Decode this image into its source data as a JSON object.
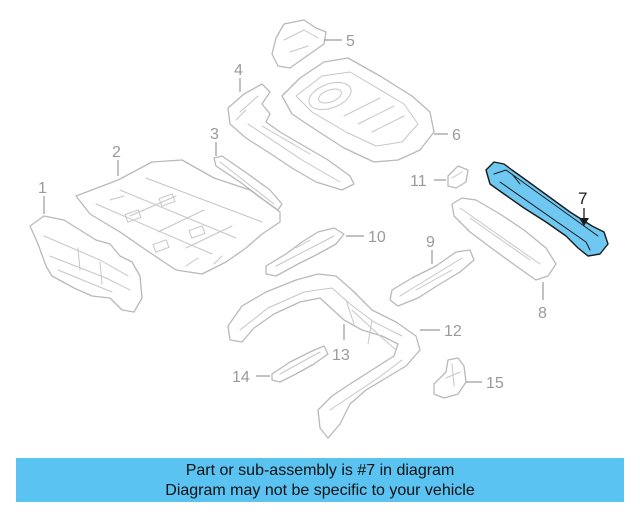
{
  "diagram": {
    "highlight_color": "#6ec8f2",
    "highlighted_part": "7",
    "callouts": [
      {
        "id": "c1",
        "label": "1"
      },
      {
        "id": "c2",
        "label": "2"
      },
      {
        "id": "c3",
        "label": "3"
      },
      {
        "id": "c4",
        "label": "4"
      },
      {
        "id": "c5",
        "label": "5"
      },
      {
        "id": "c6",
        "label": "6"
      },
      {
        "id": "c7",
        "label": "7"
      },
      {
        "id": "c8",
        "label": "8"
      },
      {
        "id": "c9",
        "label": "9"
      },
      {
        "id": "c10",
        "label": "10"
      },
      {
        "id": "c11",
        "label": "11"
      },
      {
        "id": "c12",
        "label": "12"
      },
      {
        "id": "c13",
        "label": "13"
      },
      {
        "id": "c14",
        "label": "14"
      },
      {
        "id": "c15",
        "label": "15"
      }
    ]
  },
  "banner": {
    "background_color": "#5bc3f2",
    "line1": "Part or sub-assembly is #7 in diagram",
    "line2": "Diagram may not be specific to your vehicle"
  }
}
